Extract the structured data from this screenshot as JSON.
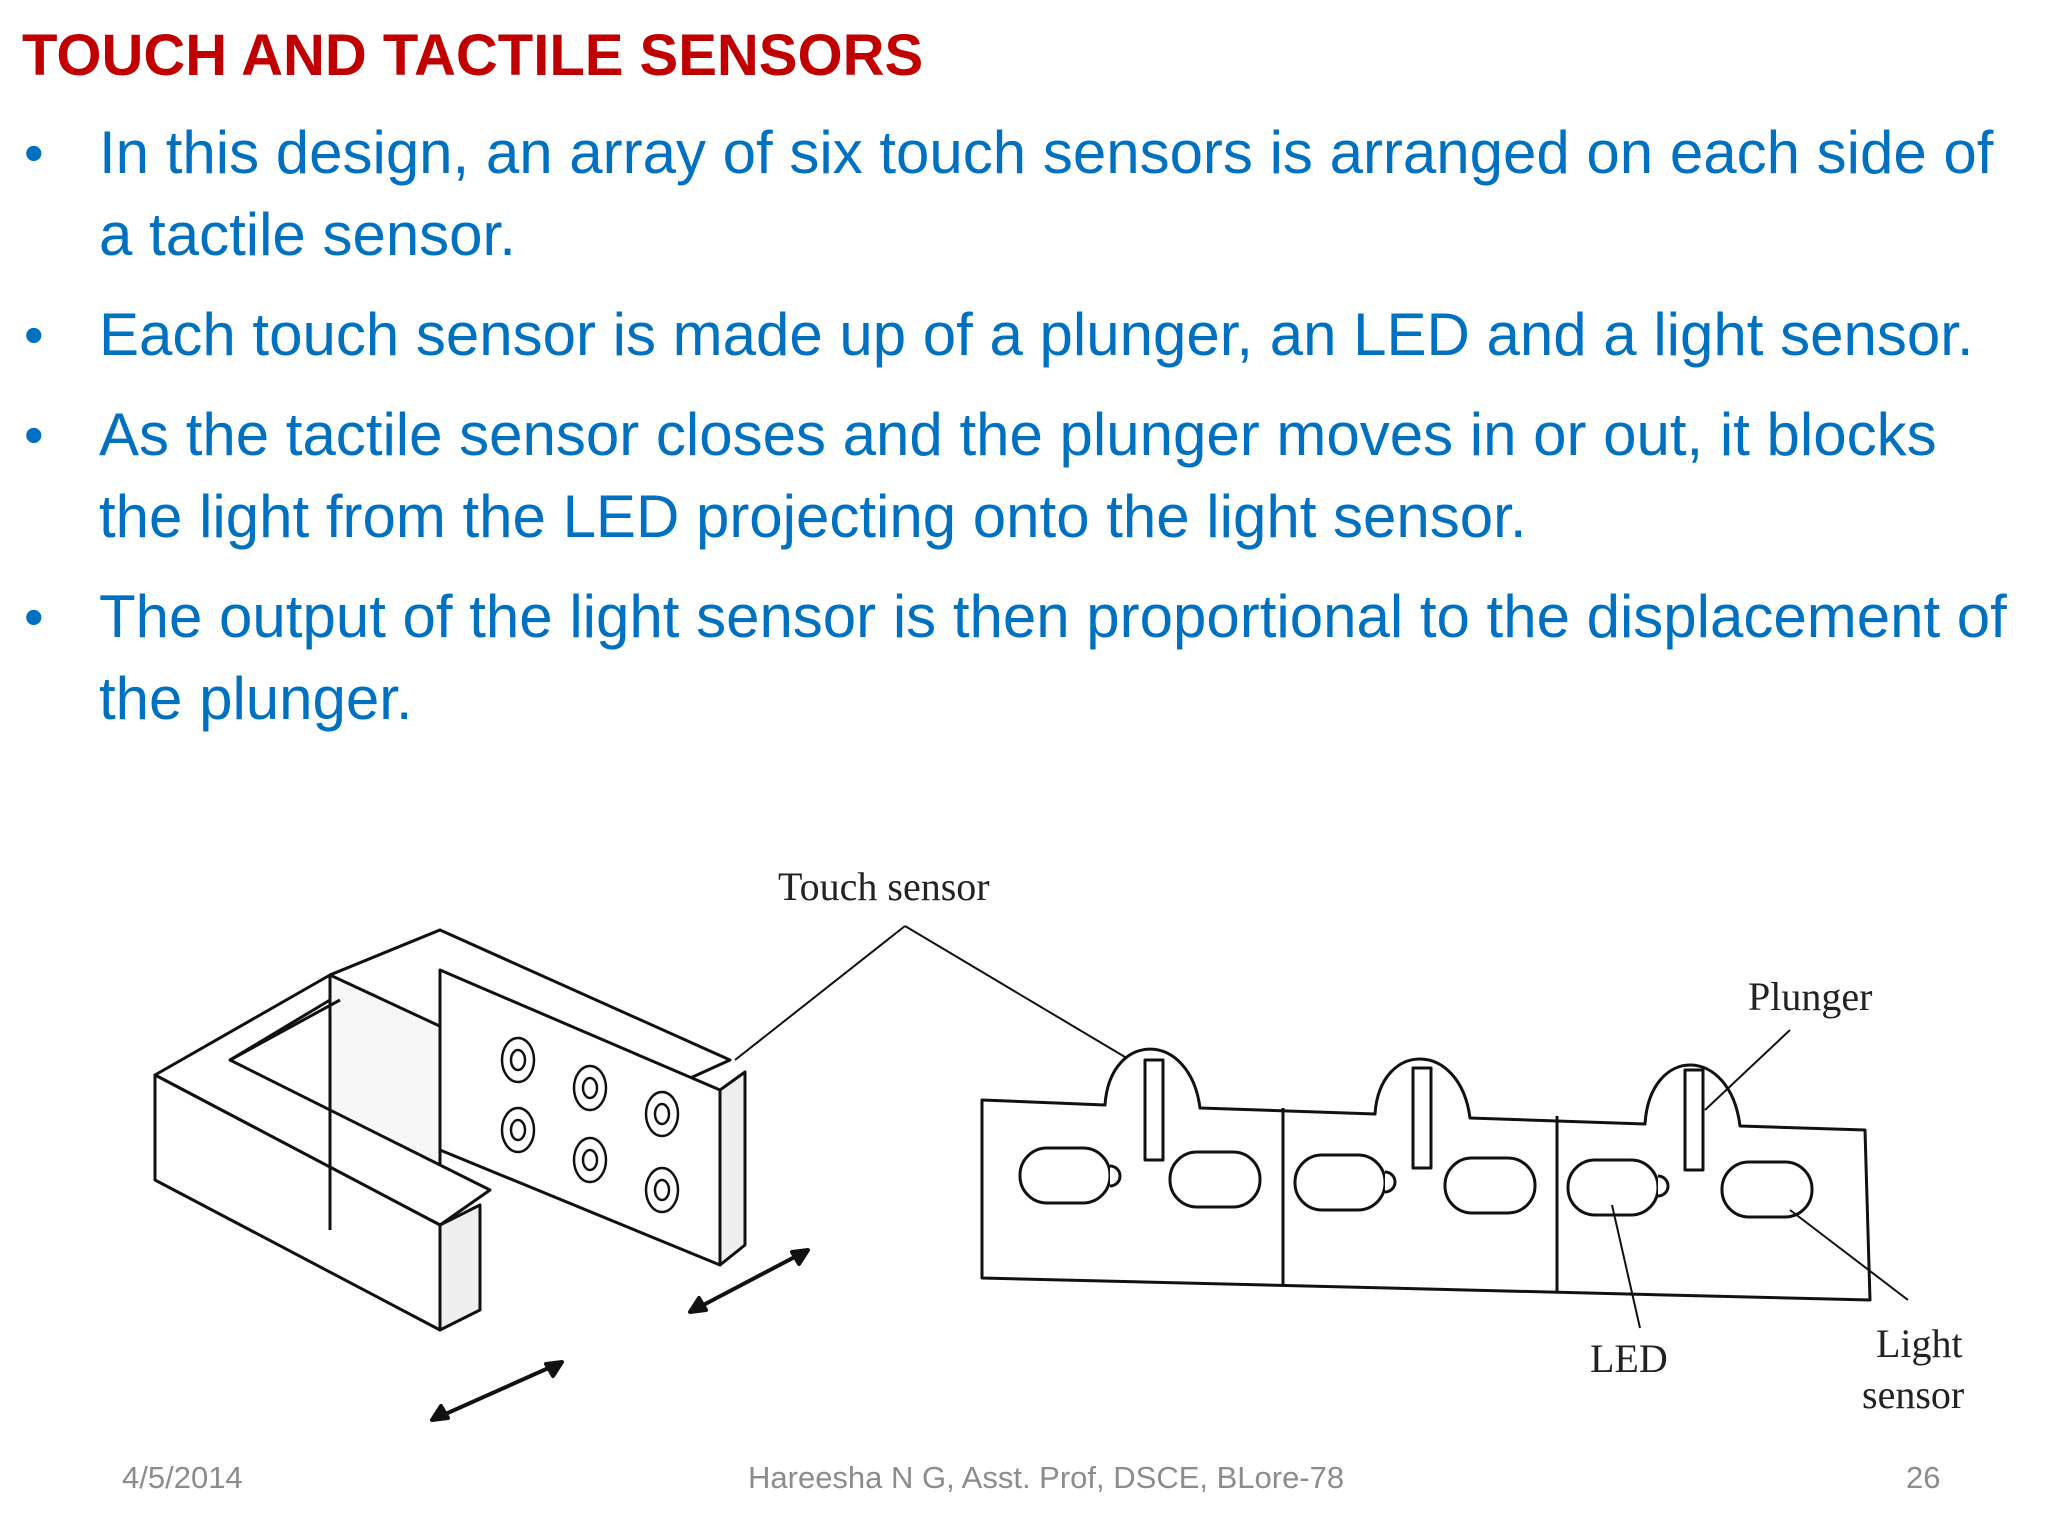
{
  "slide": {
    "title": "TOUCH AND TACTILE SENSORS",
    "bullets": [
      "In this design, an array of six touch sensors is arranged on each side of a tactile sensor.",
      "Each touch sensor is made up of a plunger, an LED and a light sensor.",
      "As the tactile sensor closes and the plunger moves in or out, it blocks the light from the LED projecting onto the light sensor.",
      "The output of the light sensor is then proportional to the displacement of the plunger."
    ],
    "bullet_glyph": "•"
  },
  "figure": {
    "labels": {
      "touch_sensor": "Touch sensor",
      "plunger": "Plunger",
      "led": "LED",
      "light": "Light",
      "sensor": "sensor"
    }
  },
  "footer": {
    "date": "4/5/2014",
    "author": "Hareesha N G, Asst. Prof, DSCE, BLore-78",
    "page": "26"
  },
  "colors": {
    "title": "#C00000",
    "text": "#0070C0",
    "footer": "#8C8C8C"
  }
}
